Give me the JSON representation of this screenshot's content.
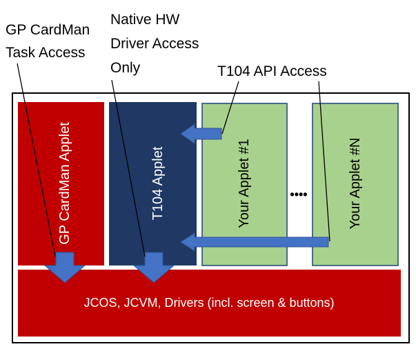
{
  "labels": {
    "cardman_access": [
      "GP CardMan",
      "Task Access"
    ],
    "native_access": [
      "Native HW",
      "Driver Access",
      "Only"
    ],
    "t104_access": "T104 API Access"
  },
  "blocks": {
    "cardman_applet": "GP CardMan Applet",
    "t104_applet": "T104 Applet",
    "your_applet_1": "Your Applet  #1",
    "ellipsis": "••••",
    "your_applet_n": "Your Applet  #N",
    "os_layer": "JCOS, JCVM, Drivers (incl. screen & buttons)"
  },
  "colors": {
    "red": "#C00000",
    "navy": "#1F3864",
    "green": "#A9D18E",
    "green_border": "#4A6A85",
    "arrow": "#4472C4",
    "arrow_border": "#2F5597"
  }
}
